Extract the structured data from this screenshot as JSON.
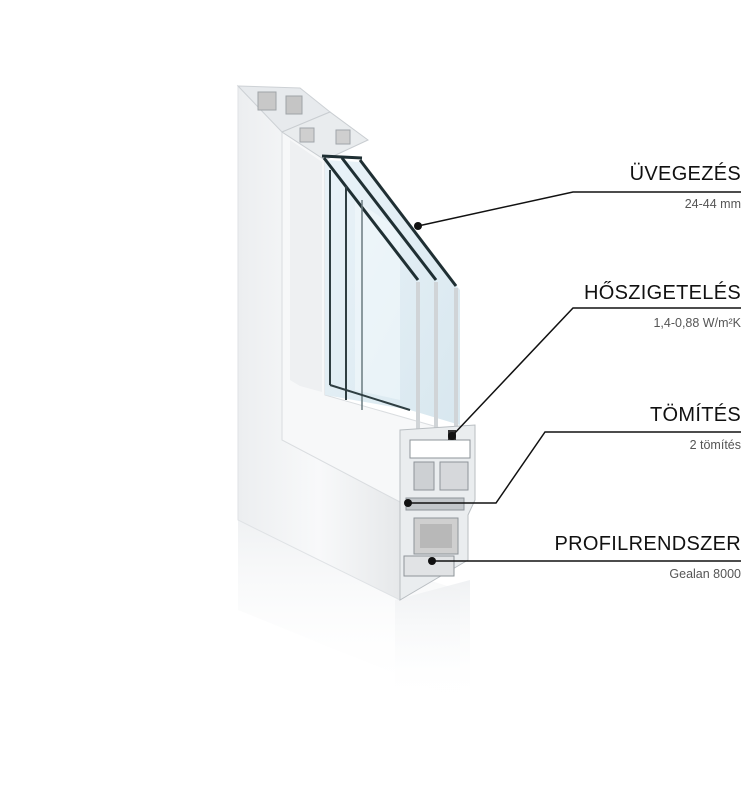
{
  "callouts": [
    {
      "title": "ÜVEGEZÉS",
      "value": "24-44 mm"
    },
    {
      "title": "HŐSZIGETELÉS",
      "value": "1,4-0,88 W/m²K"
    },
    {
      "title": "TÖMÍTÉS",
      "value": "2 tömítés"
    },
    {
      "title": "PROFILRENDSZER",
      "value": "Gealan 8000"
    }
  ],
  "colors": {
    "frame": "#f4f5f6",
    "frame_shadow": "#d9dcdf",
    "glass": "#e3eff6",
    "glass_edge": "#1f2f33",
    "leader": "#111111"
  }
}
